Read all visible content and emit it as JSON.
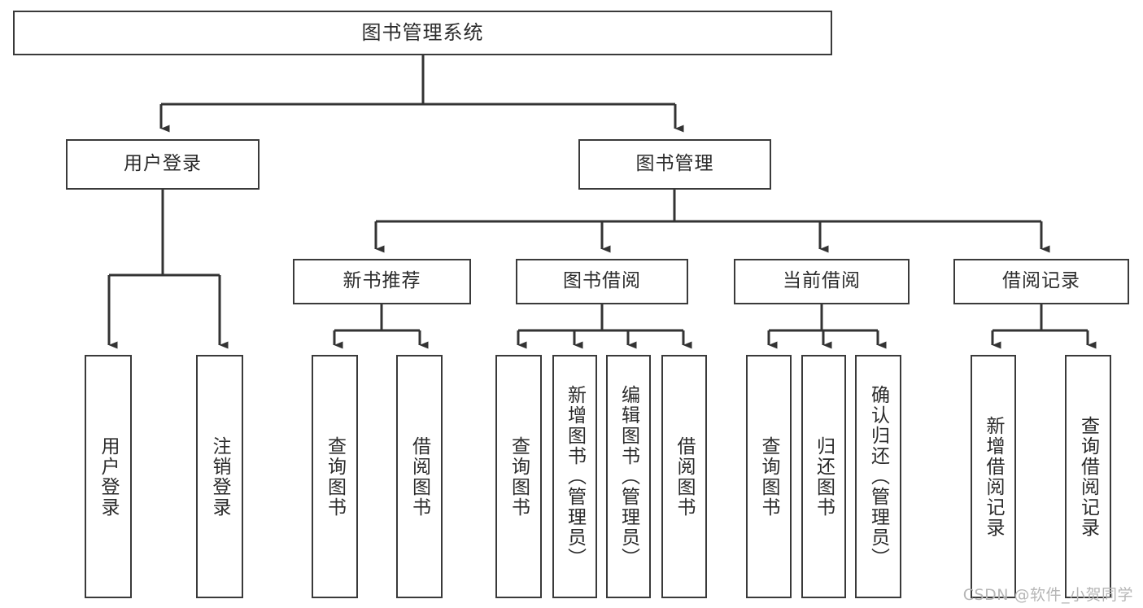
{
  "diagram": {
    "title": "图书管理系统",
    "type": "hierarchy-tree",
    "orientation": "top-down",
    "colors": {
      "stroke": "#3a3a3a",
      "fill": "#ffffff",
      "text": "#2b2b2b",
      "watermark": "#b6b6b6"
    },
    "root": {
      "label": "图书管理系统"
    },
    "level2": [
      {
        "label": "用户登录"
      },
      {
        "label": "图书管理"
      }
    ],
    "level3": [
      {
        "label": "新书推荐"
      },
      {
        "label": "图书借阅"
      },
      {
        "label": "当前借阅"
      },
      {
        "label": "借阅记录"
      }
    ],
    "leaves": {
      "user_login": [
        {
          "label": "用户登录"
        },
        {
          "label": "注销登录"
        }
      ],
      "new_book_recommend": [
        {
          "label": "查询图书"
        },
        {
          "label": "借阅图书"
        }
      ],
      "book_borrow": [
        {
          "label": "查询图书"
        },
        {
          "label": "新增图书（管理员）"
        },
        {
          "label": "编辑图书（管理员）"
        },
        {
          "label": "借阅图书"
        }
      ],
      "current_borrow": [
        {
          "label": "查询图书"
        },
        {
          "label": "归还图书"
        },
        {
          "label": "确认归还（管理员）"
        }
      ],
      "borrow_record": [
        {
          "label": "新增借阅记录"
        },
        {
          "label": "查询借阅记录"
        }
      ]
    },
    "watermark": "CSDN @软件_小贺同学"
  }
}
